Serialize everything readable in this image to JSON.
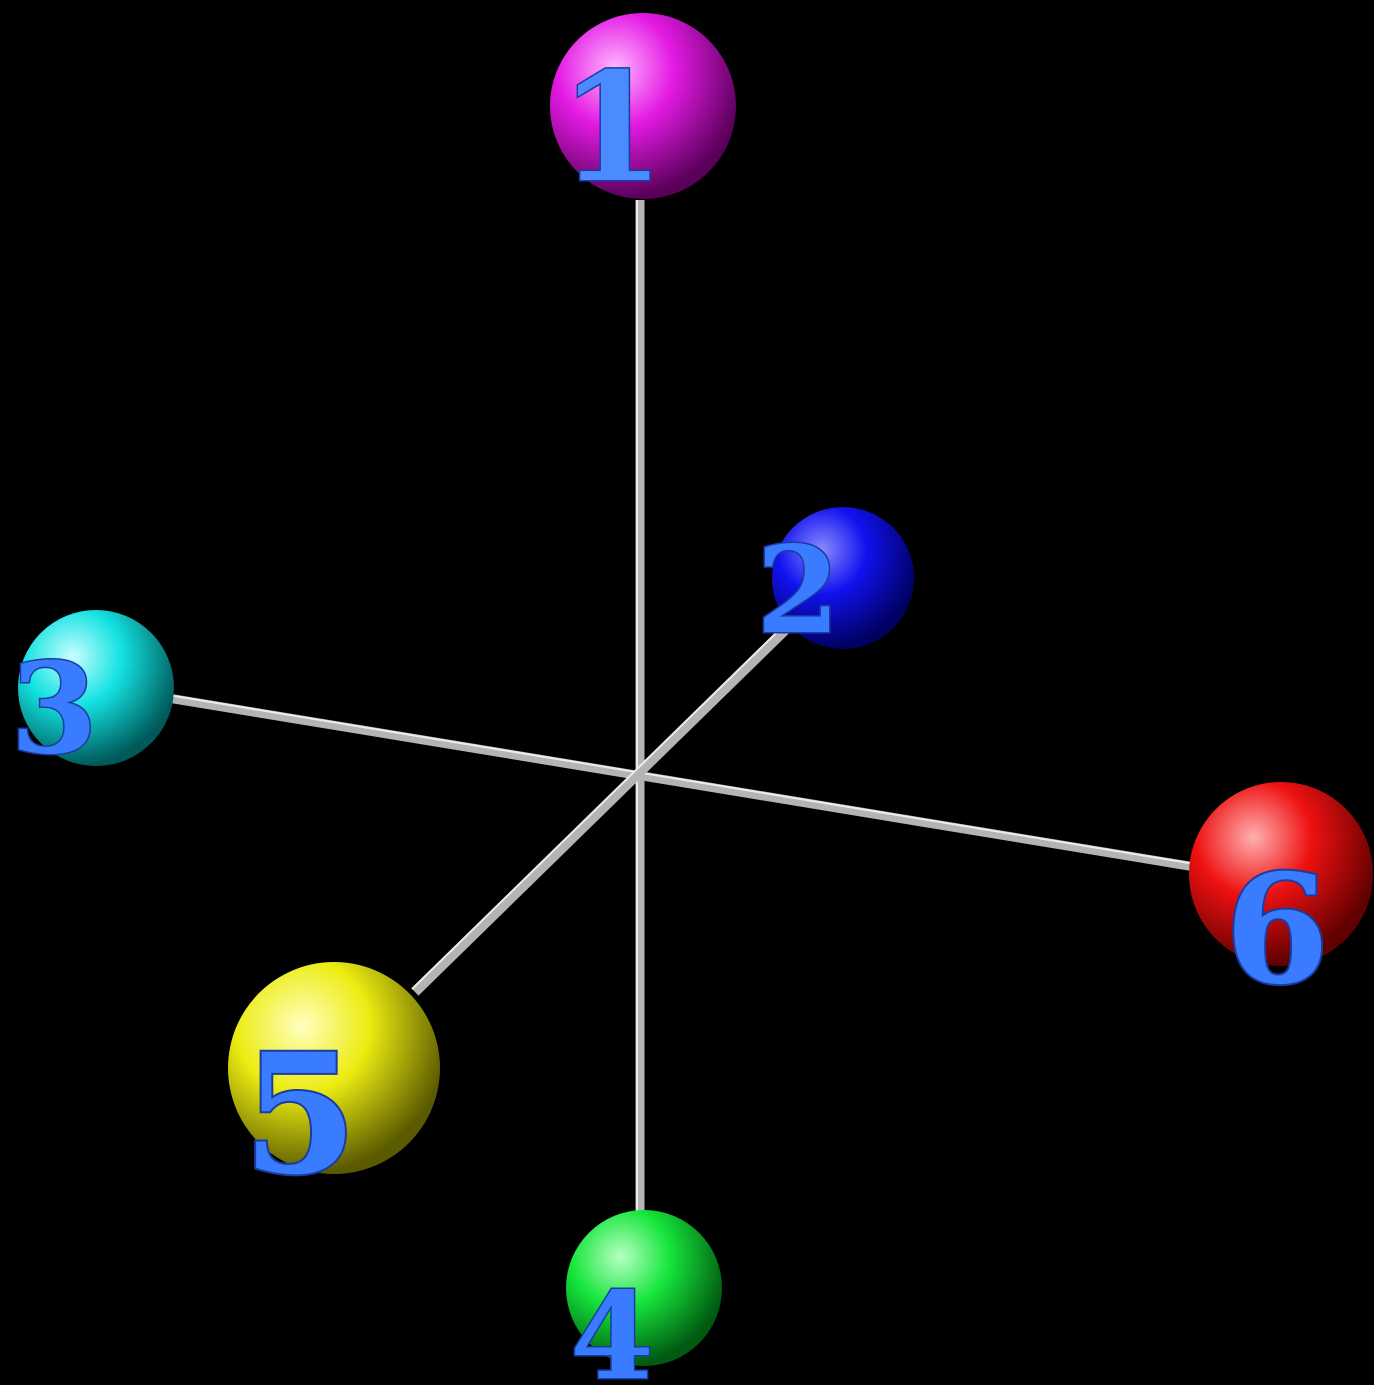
{
  "background_color": "#000000",
  "rod_color": "#b4b4b4",
  "label_color": "#3a7cff",
  "labels": {
    "n1": "1",
    "n2": "2",
    "n3": "3",
    "n4": "4",
    "n5": "5",
    "n6": "6"
  },
  "sphere_colors": {
    "s1": "#e41ae4",
    "s2": "#1111ee",
    "s3": "#14e2e2",
    "s4": "#16e63c",
    "s5": "#ecec12",
    "s6": "#ee1111"
  }
}
